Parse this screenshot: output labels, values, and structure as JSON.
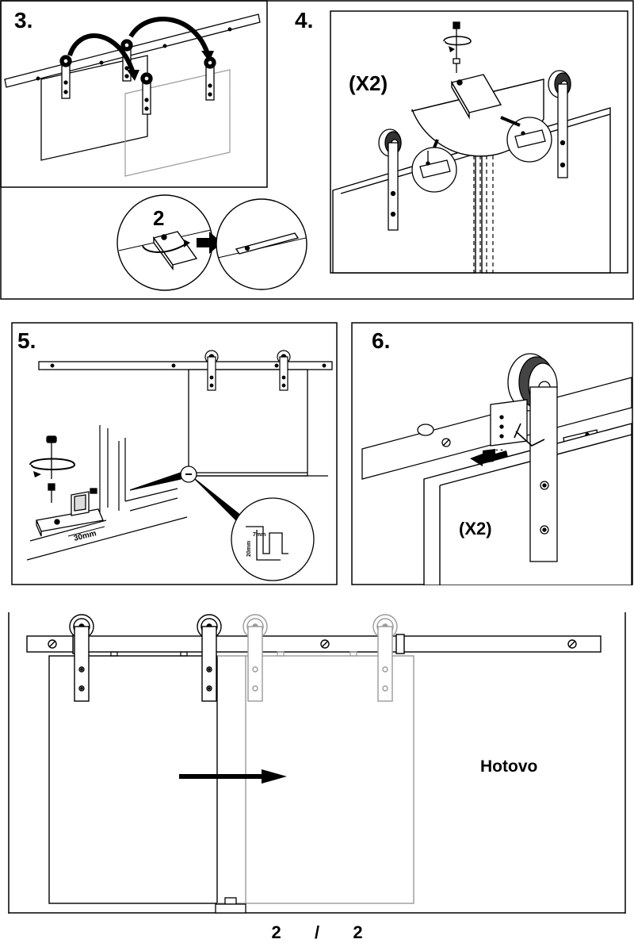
{
  "steps": {
    "step3": {
      "number": "3."
    },
    "step3_sub": {
      "number": "2"
    },
    "step4": {
      "number": "4.",
      "multiplier": "(X2)"
    },
    "step5": {
      "number": "5.",
      "dim_spacing": "30mm",
      "dim_width": "7mm",
      "dim_depth": "20mm"
    },
    "step6": {
      "number": "6.",
      "multiplier": "(X2)"
    },
    "final": {
      "label": "Hotovo"
    }
  },
  "pager": {
    "current": "2",
    "separator": "/",
    "total": "2"
  },
  "colors": {
    "line": "#000000",
    "ghost": "#9a9a9a",
    "paper": "#ffffff"
  },
  "icons": [
    "roller-hanger-icon",
    "screw-icon",
    "rotate-arrow-icon",
    "direction-arrow-icon",
    "wrench-icon",
    "floor-guide-icon"
  ]
}
